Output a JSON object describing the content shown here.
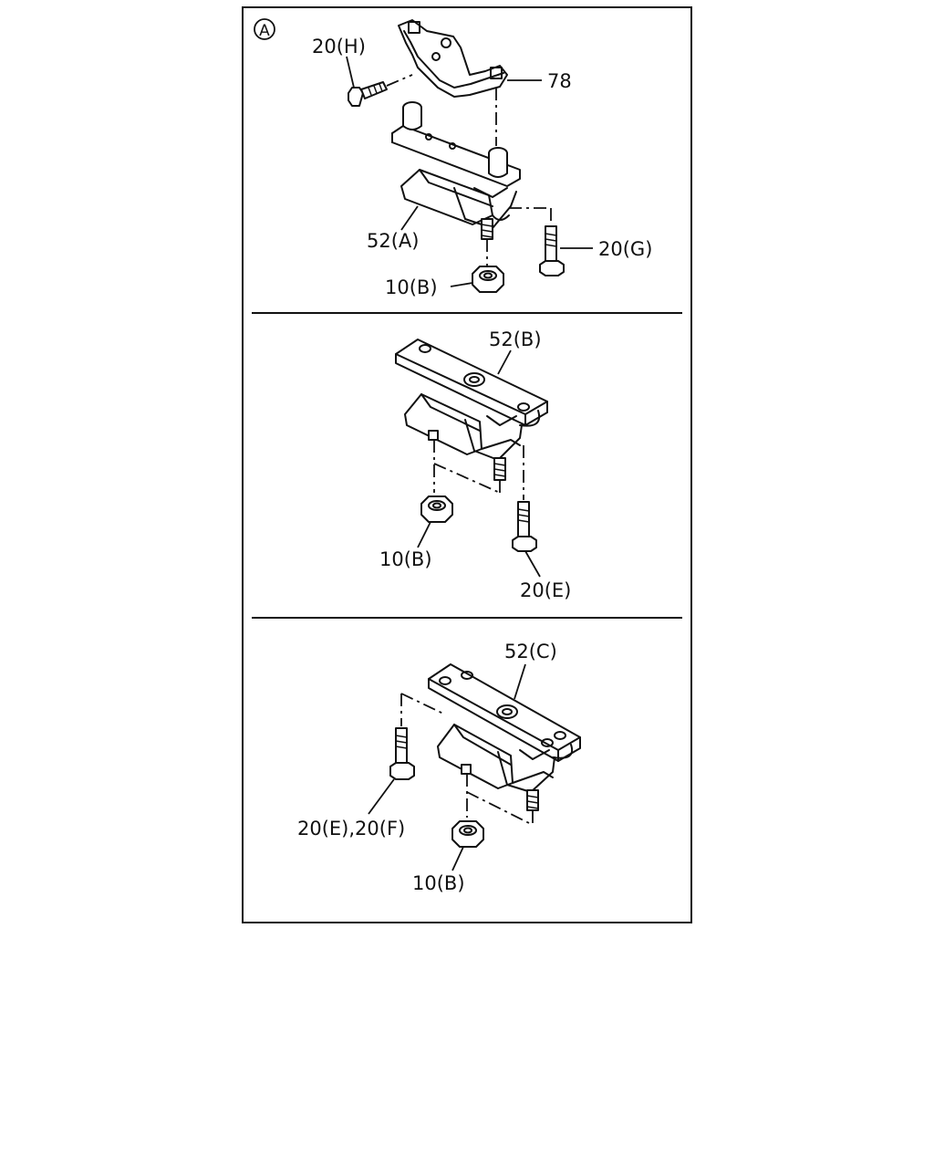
{
  "panel_top": {
    "view_marker": "A",
    "labels": {
      "bolt_h": "20(H)",
      "bracket": "78",
      "mount_a": "52(A)",
      "bolt_g": "20(G)",
      "nut": "10(B)"
    }
  },
  "panel_middle": {
    "labels": {
      "mount_b": "52(B)",
      "nut": "10(B)",
      "bolt_e": "20(E)"
    }
  },
  "panel_bottom": {
    "labels": {
      "mount_c": "52(C)",
      "bolt_ef": "20(E),20(F)",
      "nut": "10(B)"
    }
  }
}
